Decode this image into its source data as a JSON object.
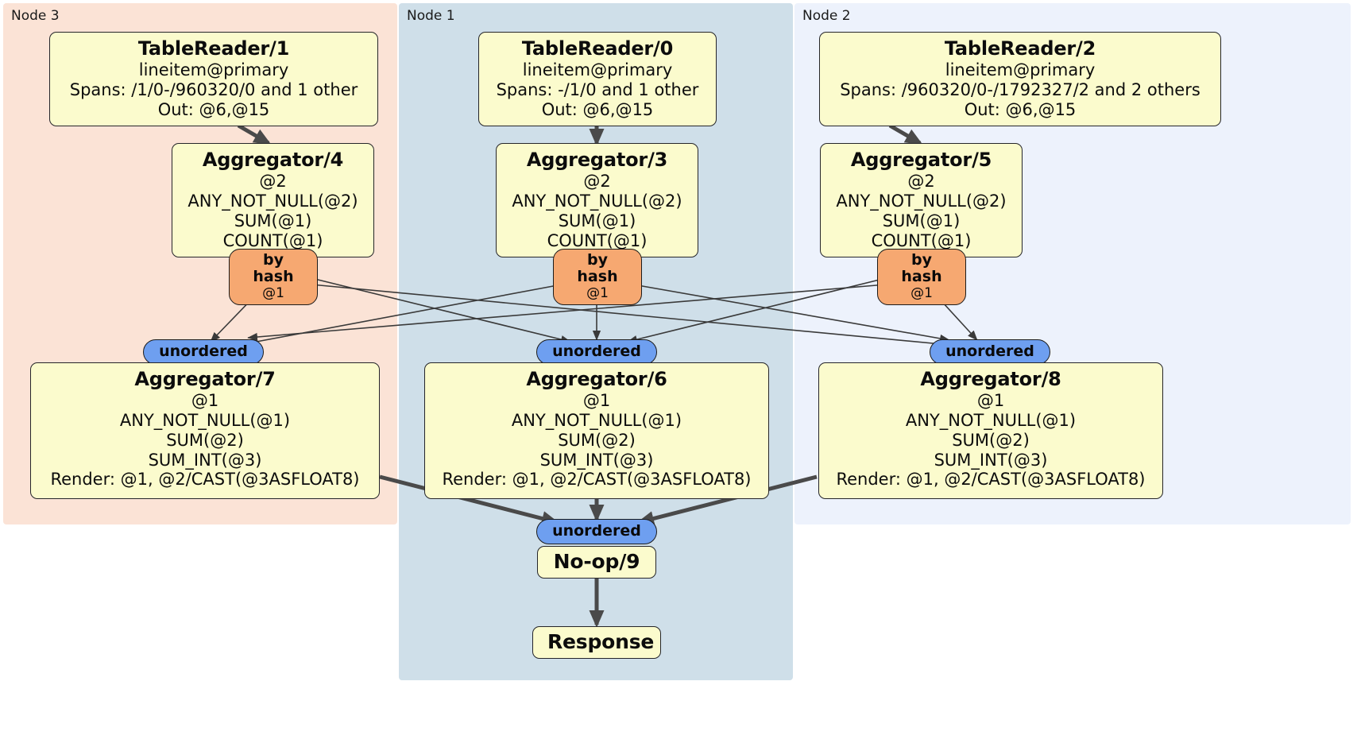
{
  "diagram": {
    "title": "Distributed query execution plan",
    "colors": {
      "node3_panel": "#fbe3d6",
      "node1_panel": "#cfdfe9",
      "node2_panel": "#edf2fc",
      "processor_box": "#fbfbcd",
      "hash_router": "#f6a871",
      "unordered_router": "#6e9ff0",
      "box_border": "#25252a",
      "edge": "#3a3a3a"
    }
  },
  "nodes": [
    {
      "id": "node3",
      "label": "Node 3"
    },
    {
      "id": "node1",
      "label": "Node 1"
    },
    {
      "id": "node2",
      "label": "Node 2"
    }
  ],
  "processors": {
    "tablereader1": {
      "title": "TableReader/1",
      "lines": [
        "lineitem@primary",
        "Spans: /1/0-/960320/0 and 1 other",
        "Out: @6,@15"
      ]
    },
    "tablereader0": {
      "title": "TableReader/0",
      "lines": [
        "lineitem@primary",
        "Spans: -/1/0 and 1 other",
        "Out: @6,@15"
      ]
    },
    "tablereader2": {
      "title": "TableReader/2",
      "lines": [
        "lineitem@primary",
        "Spans: /960320/0-/1792327/2 and 2 others",
        "Out: @6,@15"
      ]
    },
    "aggregator4": {
      "title": "Aggregator/4",
      "lines": [
        "@2",
        "ANY_NOT_NULL(@2)",
        "SUM(@1)",
        "COUNT(@1)"
      ]
    },
    "aggregator3": {
      "title": "Aggregator/3",
      "lines": [
        "@2",
        "ANY_NOT_NULL(@2)",
        "SUM(@1)",
        "COUNT(@1)"
      ]
    },
    "aggregator5": {
      "title": "Aggregator/5",
      "lines": [
        "@2",
        "ANY_NOT_NULL(@2)",
        "SUM(@1)",
        "COUNT(@1)"
      ]
    },
    "aggregator7": {
      "title": "Aggregator/7",
      "lines": [
        "@1",
        "ANY_NOT_NULL(@1)",
        "SUM(@2)",
        "SUM_INT(@3)",
        "Render: @1, @2/CAST(@3ASFLOAT8)"
      ]
    },
    "aggregator6": {
      "title": "Aggregator/6",
      "lines": [
        "@1",
        "ANY_NOT_NULL(@1)",
        "SUM(@2)",
        "SUM_INT(@3)",
        "Render: @1, @2/CAST(@3ASFLOAT8)"
      ]
    },
    "aggregator8": {
      "title": "Aggregator/8",
      "lines": [
        "@1",
        "ANY_NOT_NULL(@1)",
        "SUM(@2)",
        "SUM_INT(@3)",
        "Render: @1, @2/CAST(@3ASFLOAT8)"
      ]
    },
    "noop9": {
      "title": "No-op/9",
      "lines": []
    },
    "response": {
      "title": "Response",
      "lines": []
    }
  },
  "routers": {
    "hash_left": {
      "title": "by hash",
      "sub": "@1"
    },
    "hash_mid": {
      "title": "by hash",
      "sub": "@1"
    },
    "hash_right": {
      "title": "by hash",
      "sub": "@1"
    },
    "unordered_left": {
      "title": "unordered"
    },
    "unordered_mid": {
      "title": "unordered"
    },
    "unordered_right": {
      "title": "unordered"
    },
    "unordered_final": {
      "title": "unordered"
    }
  }
}
